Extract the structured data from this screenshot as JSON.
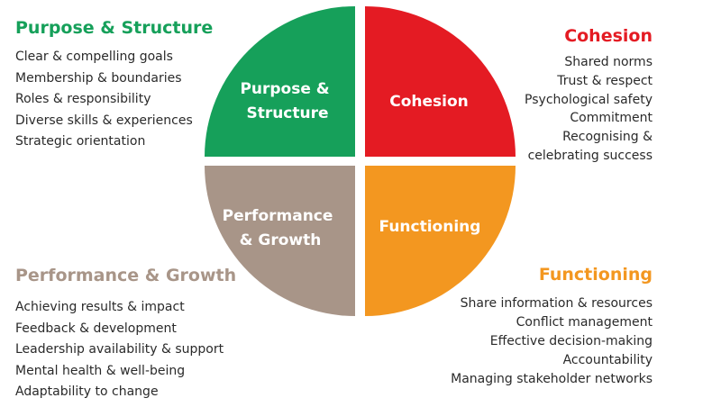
{
  "colors": {
    "purpose": "#16a05a",
    "cohesion": "#e41b23",
    "performance": "#a89588",
    "functioning": "#f39720"
  },
  "quadrants": {
    "top_left": {
      "label_lines": [
        "Purpose &",
        "Structure"
      ]
    },
    "top_right": {
      "label_lines": [
        "Cohesion"
      ]
    },
    "bottom_left": {
      "label_lines": [
        "Performance",
        "& Growth"
      ]
    },
    "bottom_right": {
      "label_lines": [
        "Functioning"
      ]
    }
  },
  "panels": {
    "top_left": {
      "heading": "Purpose & Structure",
      "items": [
        "Clear & compelling goals",
        "Membership & boundaries",
        "Roles & responsibility",
        "Diverse skills & experiences",
        "Strategic orientation"
      ]
    },
    "top_right": {
      "heading": "Cohesion",
      "items": [
        "Shared norms",
        "Trust & respect",
        "Psychological safety",
        "Commitment",
        "Recognising &",
        "celebrating success"
      ]
    },
    "bottom_left": {
      "heading": "Performance & Growth",
      "items": [
        "Achieving results & impact",
        "Feedback & development",
        "Leadership availability & support",
        "Mental health & well-being",
        "Adaptability to change"
      ]
    },
    "bottom_right": {
      "heading": "Functioning",
      "items": [
        "Share information & resources",
        "Conflict management",
        "Effective decision-making",
        "Accountability",
        "Managing stakeholder networks"
      ]
    }
  }
}
